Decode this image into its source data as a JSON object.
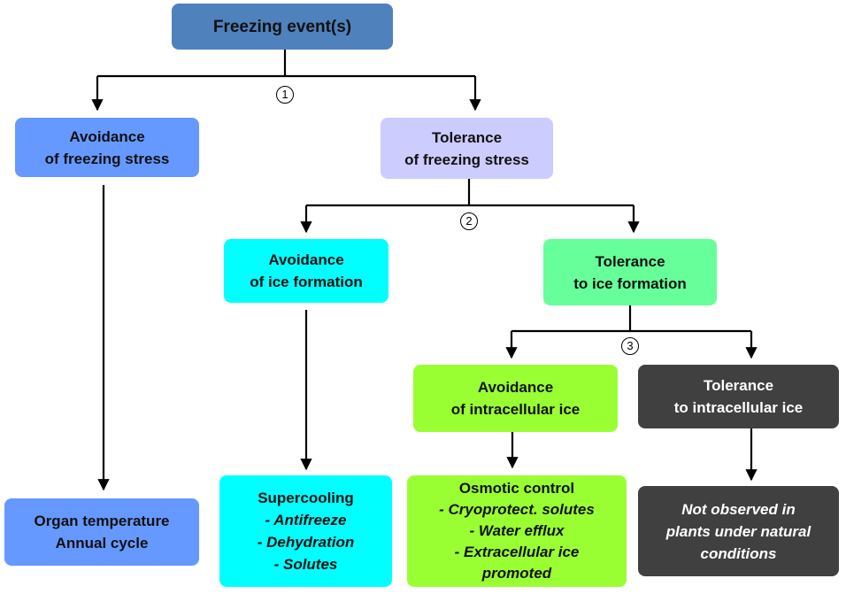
{
  "nodes": {
    "freezing_events": {
      "lines": [
        "Freezing event(s)"
      ],
      "color": "#4f81bd"
    },
    "avoid_freezing_stress": {
      "lines": [
        "Avoidance",
        "of freezing stress"
      ],
      "color": "#6699ff"
    },
    "tol_freezing_stress": {
      "lines": [
        "Tolerance",
        "of freezing stress"
      ],
      "color": "#ccccff"
    },
    "avoid_ice_formation": {
      "lines": [
        "Avoidance",
        "of ice formation"
      ],
      "color": "#00ffff"
    },
    "tol_ice_formation": {
      "lines": [
        "Tolerance",
        "to ice formation"
      ],
      "color": "#66ff99"
    },
    "avoid_intracellular_ice": {
      "lines": [
        "Avoidance",
        "of intracellular  ice"
      ],
      "color": "#99ff33"
    },
    "tol_intracellular_ice": {
      "lines": [
        "Tolerance",
        "to intracellular  ice"
      ],
      "color": "#404040"
    },
    "organ_temperature": {
      "lines": [
        "Organ temperature",
        "Annual cycle"
      ],
      "color": "#6699ff"
    },
    "supercooling": {
      "lines": [
        "Supercooling",
        "- Antifreeze",
        "- Dehydration",
        "- Solutes"
      ],
      "color": "#00ffff"
    },
    "osmotic_control": {
      "lines": [
        "Osmotic control",
        "- Cryoprotect. solutes",
        "- Water efflux",
        "- Extracellular ice",
        "promoted"
      ],
      "color": "#99ff33"
    },
    "not_observed": {
      "lines": [
        "Not observed in",
        "plants under natural",
        "conditions"
      ],
      "color": "#404040"
    }
  },
  "markers": [
    "1",
    "2",
    "3"
  ]
}
